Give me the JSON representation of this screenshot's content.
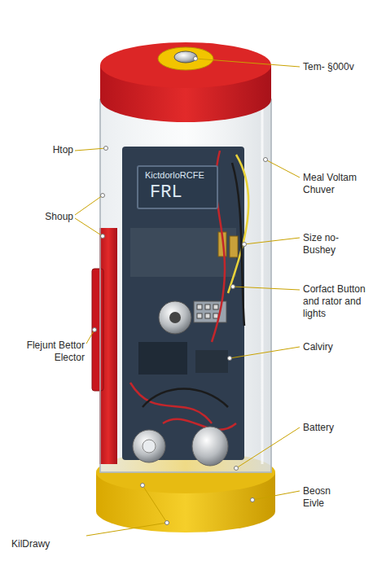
{
  "diagram": {
    "nodes": [
      {
        "text": [
          "KictdorloRCFE",
          "FRL"
        ]
      }
    ],
    "labels": [
      "Tem- §000v",
      "Htop",
      "Shoup",
      "Flejunt Bettor Elector",
      "KilDrawy",
      "Meal Voltam Chuver",
      "Size no- Bushey",
      "Corfact Button and rator and lights",
      "Calviry",
      "Battery",
      "Beosn Eivle"
    ]
  }
}
